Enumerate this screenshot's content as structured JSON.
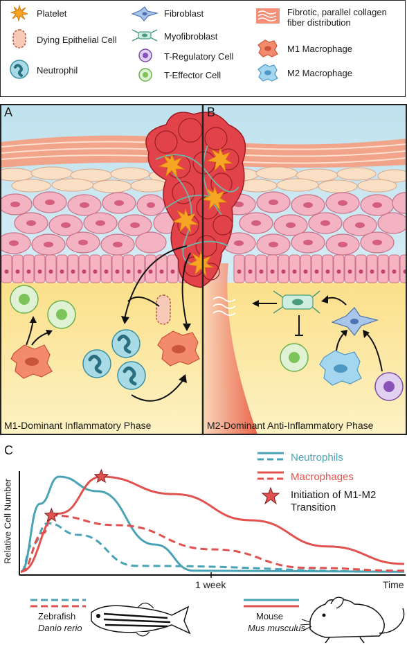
{
  "legend": {
    "platelet": "Platelet",
    "dying_epithelial": "Dying Epithelial Cell",
    "neutrophil": "Neutrophil",
    "fibroblast": "Fibroblast",
    "myofibroblast": "Myofibroblast",
    "t_regulatory": "T-Regulatory Cell",
    "t_effector": "T-Effector Cell",
    "collagen": "Fibrotic, parallel collagen\nfiber distribution",
    "m1": "M1 Macrophage",
    "m2": "M2 Macrophage"
  },
  "panel_a": {
    "label": "A",
    "caption": "M1-Dominant Inflammatory Phase"
  },
  "panel_b": {
    "label": "B",
    "caption": "M2-Dominant Anti-Inflammatory Phase"
  },
  "panel_c": {
    "label": "C",
    "ylabel": "Relative Cell Number",
    "xtick": "1 week",
    "xlabel": "Time",
    "legend_neutrophils": "Neutrophils",
    "legend_macrophages": "Macrophages",
    "legend_transition": "Initiation of M1-M2\nTransition",
    "zebrafish_common": "Zebrafish",
    "zebrafish_latin": "Danio rerio",
    "mouse_common": "Mouse",
    "mouse_latin": "Mus musculus"
  },
  "colors": {
    "neutrophil": "#4aa3b5",
    "macrophage": "#e0524f",
    "epithelial": "#f0a8b8",
    "platelet": "#f6a623",
    "tissue_yellow": "#fbe08a",
    "sky": "#d8eef6"
  },
  "chart_data": {
    "type": "line",
    "title": "",
    "xlabel": "Time",
    "ylabel": "Relative Cell Number",
    "x_ticks": [
      "1 week"
    ],
    "series": [
      {
        "name": "Neutrophils",
        "organism": "Mouse",
        "style": "solid",
        "color": "#4aa3b5",
        "points": [
          [
            0,
            0.02
          ],
          [
            0.05,
            0.72
          ],
          [
            0.1,
            1.0
          ],
          [
            0.2,
            0.85
          ],
          [
            0.35,
            0.3
          ],
          [
            0.45,
            0.03
          ],
          [
            1.0,
            0.02
          ]
        ]
      },
      {
        "name": "Macrophages",
        "organism": "Mouse",
        "style": "solid",
        "color": "#e0524f",
        "points": [
          [
            0,
            0.02
          ],
          [
            0.1,
            0.62
          ],
          [
            0.21,
            1.0
          ],
          [
            0.4,
            0.82
          ],
          [
            0.6,
            0.55
          ],
          [
            0.8,
            0.28
          ],
          [
            1.0,
            0.1
          ]
        ]
      },
      {
        "name": "Neutrophils",
        "organism": "Zebrafish",
        "style": "dashed",
        "color": "#4aa3b5",
        "points": [
          [
            0,
            0.02
          ],
          [
            0.03,
            0.3
          ],
          [
            0.07,
            0.52
          ],
          [
            0.15,
            0.4
          ],
          [
            0.3,
            0.08
          ],
          [
            1.0,
            0.02
          ]
        ]
      },
      {
        "name": "Macrophages",
        "organism": "Zebrafish",
        "style": "dashed",
        "color": "#e0524f",
        "points": [
          [
            0,
            0.02
          ],
          [
            0.06,
            0.42
          ],
          [
            0.08,
            0.6
          ],
          [
            0.25,
            0.5
          ],
          [
            0.5,
            0.25
          ],
          [
            0.75,
            0.06
          ],
          [
            1.0,
            0.03
          ]
        ]
      }
    ],
    "markers": [
      {
        "label": "Initiation of M1-M2 Transition",
        "x": 0.21,
        "y": 1.0
      },
      {
        "label": "Initiation of M1-M2 Transition",
        "x": 0.08,
        "y": 0.6
      }
    ]
  }
}
